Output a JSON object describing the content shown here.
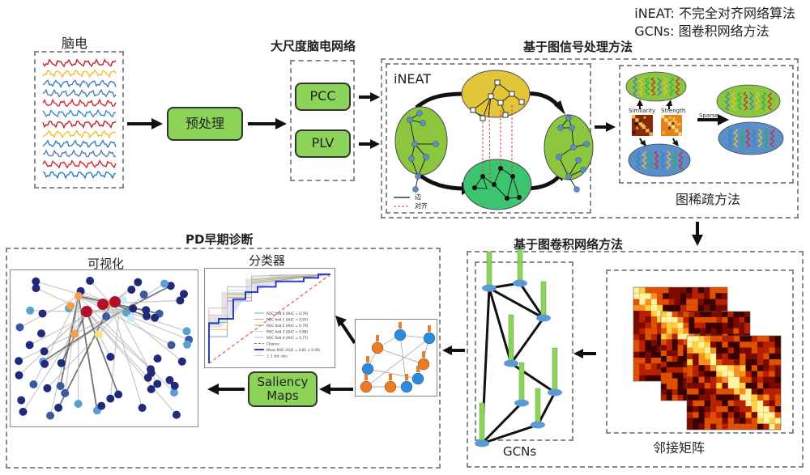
{
  "legend_note": {
    "line1": "iNEAT: 不完全对齐网络算法",
    "line2": "GCNs: 图卷积网络方法"
  },
  "eeg": {
    "title": "脑电"
  },
  "preprocess": {
    "label": "预处理"
  },
  "network": {
    "title": "大尺度脑电网络",
    "pcc": "PCC",
    "plv": "PLV"
  },
  "gsp": {
    "title": "基于图信号处理方法",
    "ineat_label": "iNEAT",
    "legend_edge": "边",
    "legend_align": "对齐",
    "sparse_title": "图稀疏方法",
    "similarity": "Similarity",
    "strength": "Strength",
    "sparse": "Sparse"
  },
  "gcn": {
    "title": "基于图卷积网络方法",
    "gcns_label": "GCNs",
    "adjacency_label": "邻接矩阵"
  },
  "pd": {
    "title": "PD早期诊断",
    "visual_label": "可视化",
    "classifier_label": "分类器",
    "saliency_label": "Saliency Maps",
    "roc_legend": [
      "ROC fold 0 (AUC = 0.76)",
      "ROC fold 1 (AUC = 0.87)",
      "ROC fold 2 (AUC = 0.79)",
      "ROC fold 3 (AUC = 0.88)",
      "ROC fold 4 (AUC = 0.77)",
      "Chance",
      "Mean ROC (AUC = 0.81 ± 0.00)",
      "± 1 std. dev."
    ]
  },
  "colors": {
    "green_box": "#8cd35a",
    "yellow_ellipse": "#e3c53a",
    "green_ellipse": "#8cc63f",
    "teal_ellipse": "#3cc46e",
    "blue_ellipse": "#5b8fc9",
    "mean_roc": "#2b3bd1",
    "chance": "#e0584a",
    "node_dark": "#1f2a7a",
    "node_red": "#b0102a",
    "node_orange": "#f2a04a"
  }
}
